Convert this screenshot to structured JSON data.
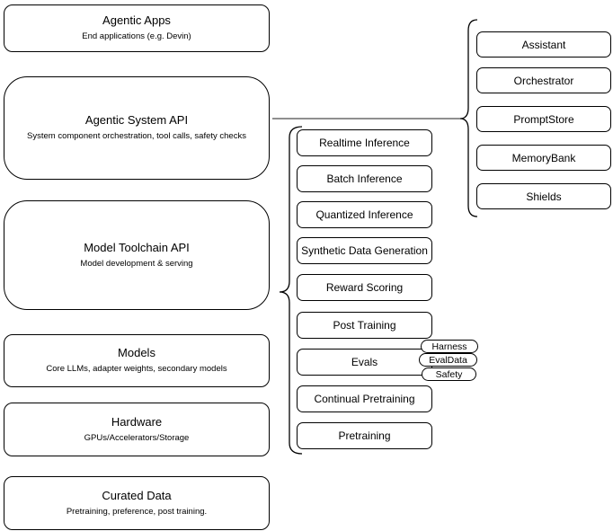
{
  "diagram": {
    "left_stack": [
      {
        "title": "Agentic Apps",
        "subtitle": "End applications (e.g. Devin)"
      },
      {
        "title": "Agentic System API",
        "subtitle": "System component orchestration, tool calls, safety checks"
      },
      {
        "title": "Model Toolchain API",
        "subtitle": "Model development & serving"
      },
      {
        "title": "Models",
        "subtitle": "Core LLMs, adapter weights, secondary models"
      },
      {
        "title": "Hardware",
        "subtitle": "GPUs/Accelerators/Storage"
      },
      {
        "title": "Curated Data",
        "subtitle": "Pretraining, preference, post training."
      }
    ],
    "toolchain_items": [
      "Realtime Inference",
      "Batch Inference",
      "Quantized Inference",
      "Synthetic Data Generation",
      "Reward Scoring",
      "Post Training",
      "Evals",
      "Continual Pretraining",
      "Pretraining"
    ],
    "eval_tags": [
      "Harness",
      "EvalData",
      "Safety"
    ],
    "system_components": [
      "Assistant",
      "Orchestrator",
      "PromptStore",
      "MemoryBank",
      "Shields"
    ],
    "colors": {
      "background": "#ffffff",
      "border": "#000000",
      "text": "#000000",
      "connector": "#7f7f7f"
    }
  }
}
